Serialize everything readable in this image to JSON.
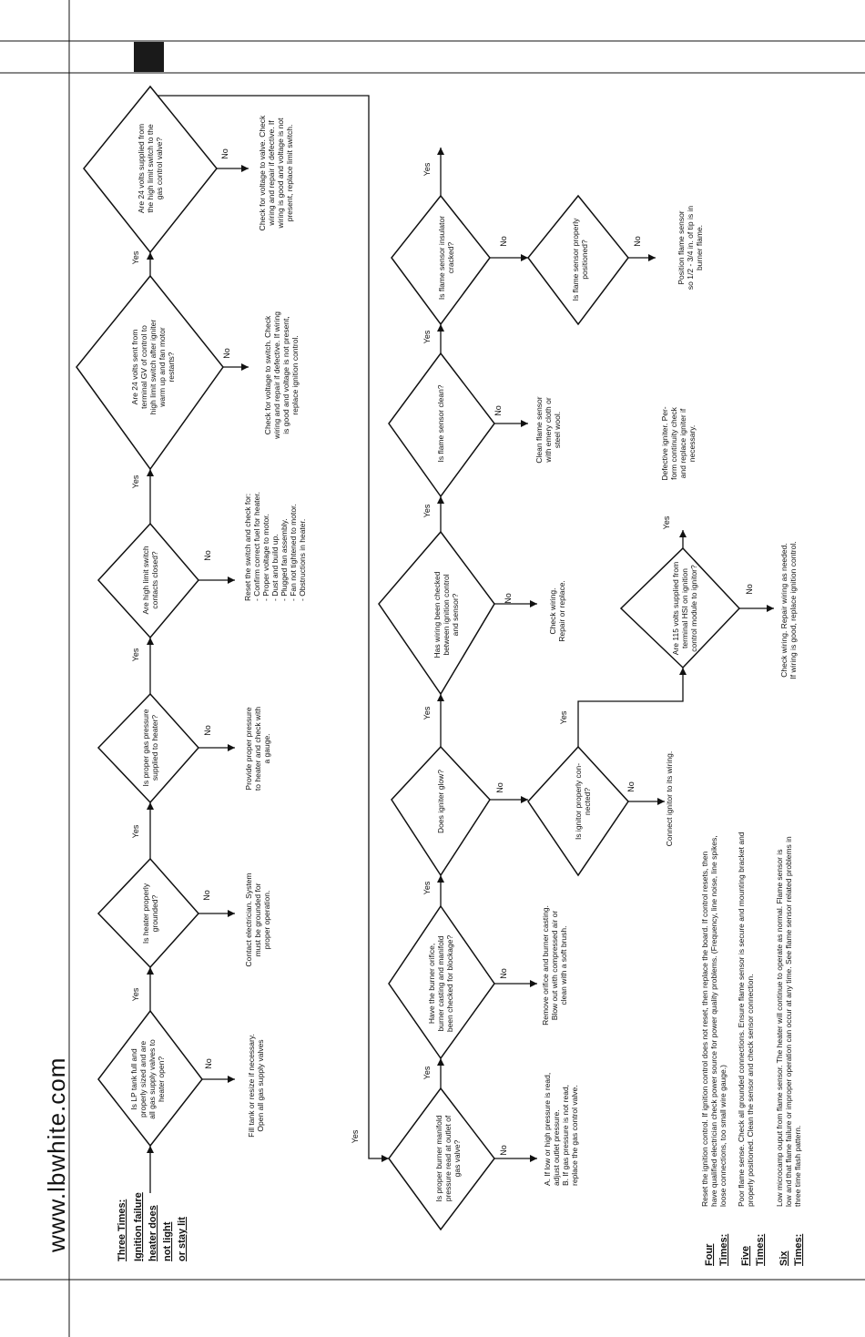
{
  "page": {
    "website": "www.lbwhite.com"
  },
  "header_left": {
    "title_lines": [
      "Three Times:",
      "Ignition failure",
      "heater does",
      "not light",
      "or stay lit"
    ]
  },
  "row1": {
    "q_lp": [
      "Is LP tank full and",
      "properly sized and are",
      "all gas supply valves to",
      "heater open?"
    ],
    "a_lp": [
      "Fill tank or resize if necessary.",
      "Open all gas supply valves"
    ],
    "q_ground": [
      "Is heater properly",
      "grounded?"
    ],
    "a_ground": [
      "Contact electrician. System",
      "must be grounded for",
      "proper operation."
    ],
    "q_gas": [
      "Is proper gas pressure",
      "supplied to heater?"
    ],
    "a_gas": [
      "Provide proper pressure",
      "to heater and check with",
      "a gauge."
    ],
    "q_limit": [
      "Are high limit switch",
      "contacts closed?"
    ],
    "a_limit": [
      "Reset the switch and check for:",
      "- Confirm correct fuel for heater.",
      "- Proper voltage to motor.",
      "- Dust and build up.",
      "- Plugged fan assembly.",
      "- Fan not tightened to motor.",
      "- Obstructions in heater."
    ],
    "q_gv": [
      "Are 24 volts sent from",
      "terminal GV of control to",
      "high limit switch after igniter",
      "warm up and fan motor",
      "restarts?"
    ],
    "a_gv": [
      "Check for voltage to switch. Check",
      "wiring and repair if defective. If wiring",
      "is good and voltage is not present,",
      "replace ignition control."
    ],
    "q_valve": [
      "Are 24 volts supplied from",
      "the high limit switch to the",
      "gas control valve?"
    ],
    "a_valve": [
      "Check for voltage to valve. Check",
      "wiring and repair if defective. If",
      "wiring is good and voltage is not",
      "present, replace limit switch."
    ]
  },
  "row2": {
    "q_manifold": [
      "Is proper burner manifold",
      "pressure read at outlet of",
      "gas valve?"
    ],
    "a_manifold": [
      "A.  If low or high pressure is read,",
      "      adjust outlet pressure.",
      "B.  If gas pressure is not read,",
      "      replace the gas control valve."
    ],
    "q_orifice": [
      "Have the burner orifice,",
      "burner casting and manifold",
      "been checked for blockage?"
    ],
    "a_orifice": [
      "Remove orifice and burner casting.",
      "Blow out with compressed air or",
      "clean with a soft brush."
    ],
    "q_glow": [
      "Does igniter glow?"
    ],
    "q_connected": [
      "Is ignitor properly con-",
      "nected?"
    ],
    "a_connected": [
      "Connect ignitor to its wiring."
    ],
    "q_115": [
      "Are 115 volts supplied from",
      "terminal HSI on ignition",
      "control module to ignitor?"
    ],
    "a_115_yes": [
      "Defective igniter. Per-",
      "form continuity check",
      "and replace igniter if",
      "necessary."
    ],
    "a_115_no": [
      "Check wiring. Repair wiring as needed.",
      "If wiring is good, replace ignition control."
    ],
    "q_wiring": [
      "Has wiring been checked",
      "between ignition control",
      "and sensor?"
    ],
    "a_wiring": [
      "Check wiring.",
      "Repair or replace."
    ],
    "q_clean": [
      "Is flame sensor clean?"
    ],
    "a_clean": [
      "Clean flame sensor",
      "with emery cloth or",
      "steel wool."
    ],
    "q_insulator": [
      "Is flame sensor insulator",
      "cracked?"
    ],
    "q_positioned": [
      "Is flame sensor properly",
      "positioned?"
    ],
    "a_positioned": [
      "Position flame sensor",
      "so 1/2 - 3/4 in. of tip is in",
      "burner flame."
    ]
  },
  "labels": {
    "yes": "Yes",
    "no": "No"
  },
  "notes": [
    {
      "heading": [
        "Four",
        "Times:"
      ],
      "lines": [
        "Reset the ignition control. If ignition control does not reset, then replace the board. If control resets, then",
        "have qualified electrician check power source for power quality problems. (Frequency, line noise, line spikes,",
        "loose connections, too small wire gauge.)"
      ]
    },
    {
      "heading": [
        "Five",
        "Times:"
      ],
      "lines": [
        "Poor flame sense. Check all grounded connections. Ensure flame sensor is secure and mounting bracket and",
        "properly positioned. Clean the sensor and check sensor connection."
      ]
    },
    {
      "heading": [
        "Six",
        "Times:"
      ],
      "lines": [
        "Low microcamp ouput from flame sensor. The heater will continue to operate as normal. Flame sensor is",
        "low and that flame failure or improper operation can occur at any time. See flame sensor related problems in",
        "three time flash pattern."
      ]
    }
  ],
  "colors": {
    "ink": "#111111",
    "header_block": "#1a1a1a"
  }
}
